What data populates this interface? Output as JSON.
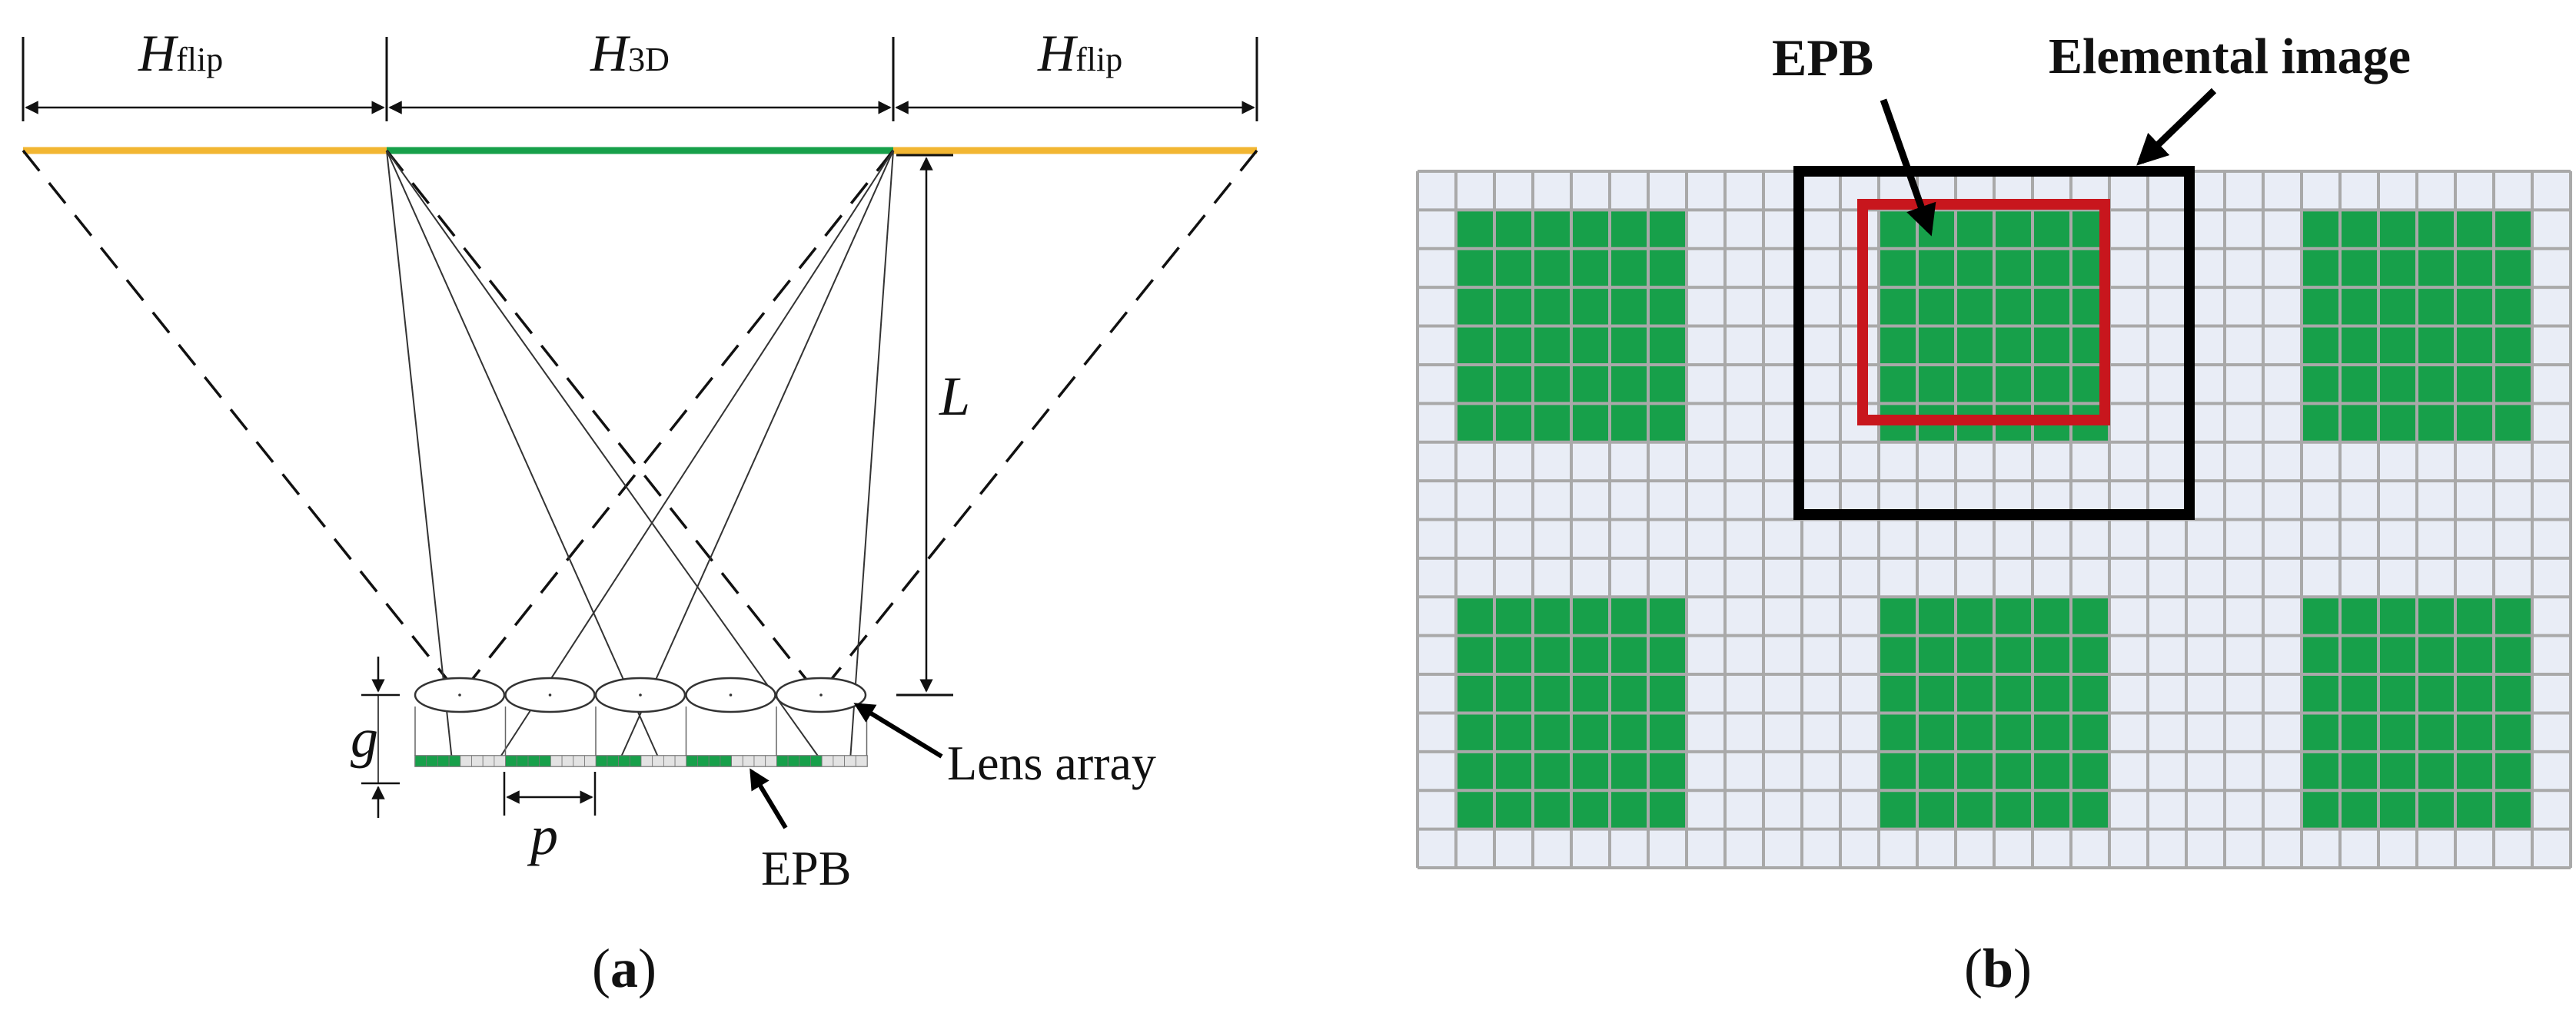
{
  "panel_a": {
    "caption": "(a)",
    "caption_parts": {
      "open": "(",
      "letter": "a",
      "close": ")"
    },
    "labels": {
      "h_flip_left_main": "H",
      "h_flip_left_sub": "flip",
      "h_3d_main": "H",
      "h_3d_sub": "3D",
      "h_flip_right_main": "H",
      "h_flip_right_sub": "flip",
      "distance": "L",
      "gap": "g",
      "pitch": "p",
      "lens_array": "Lens array",
      "epb": "EPB"
    },
    "lens_count": 5,
    "colors": {
      "flip_zone": "#f2b632",
      "zone_3d": "#17a04a",
      "epb_pixel": "#17a04a"
    }
  },
  "panel_b": {
    "caption": "(b)",
    "caption_parts": {
      "open": "(",
      "letter": "b",
      "close": ")"
    },
    "labels": {
      "epb": "EPB",
      "elemental_image": "Elemental image"
    },
    "grid": {
      "cols": 30,
      "rows": 18
    },
    "green_blocks": [
      {
        "col": 1,
        "row": 1,
        "w": 6,
        "h": 6
      },
      {
        "col": 12,
        "row": 1,
        "w": 6,
        "h": 6
      },
      {
        "col": 23,
        "row": 1,
        "w": 6,
        "h": 6
      },
      {
        "col": 1,
        "row": 11,
        "w": 6,
        "h": 6
      },
      {
        "col": 12,
        "row": 11,
        "w": 6,
        "h": 6
      },
      {
        "col": 23,
        "row": 11,
        "w": 6,
        "h": 6
      }
    ],
    "colors": {
      "cell_fill": "#e9edf6",
      "cell_line": "#a9a9a9",
      "epb_fill": "#17a04a",
      "epb_frame": "#c8161d",
      "elemental_frame": "#000000"
    }
  }
}
